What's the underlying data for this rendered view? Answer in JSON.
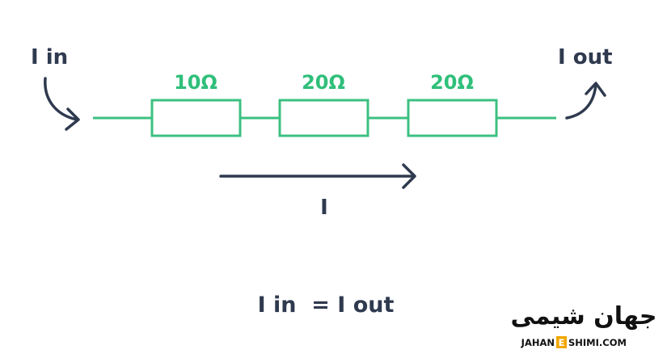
{
  "diagram": {
    "input_label": "I in",
    "output_label": "I out",
    "current_label": "I",
    "equation": "I in  = I out",
    "resistors": [
      {
        "label": "10Ω"
      },
      {
        "label": "20Ω"
      },
      {
        "label": "20Ω"
      }
    ]
  },
  "logo": {
    "persian_text": "جهان شیمی",
    "latin_before": "JAHAN",
    "latin_highlight": "E",
    "latin_after": "SHIMI.COM"
  },
  "colors": {
    "wire": "#3cc081",
    "resistor_label": "#2fbf7a",
    "dark_text": "#2f3a4f",
    "logo_accent": "#f2a600"
  }
}
